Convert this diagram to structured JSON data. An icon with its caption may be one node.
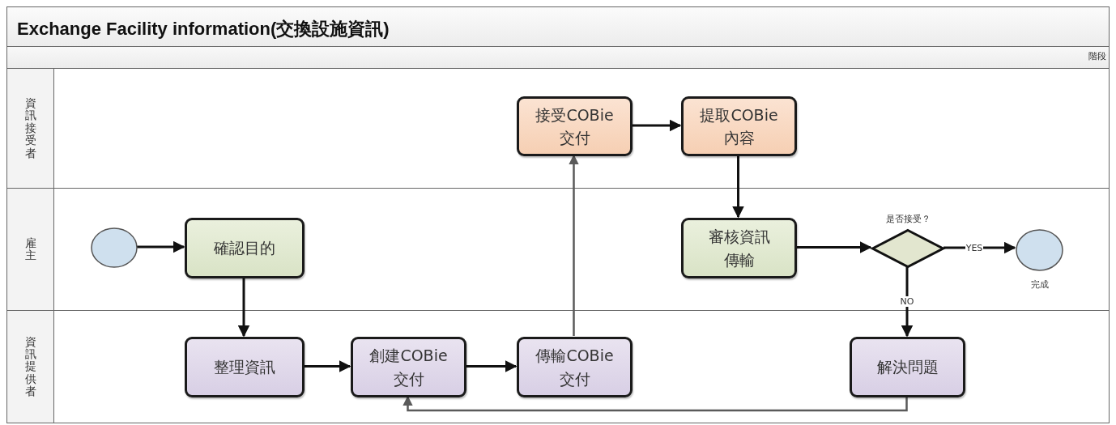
{
  "diagram": {
    "title": "Exchange Facility information(交換設施資訊)",
    "nodes": [
      {
        "text": [
          "資訊接受者"
        ]
      },
      {
        "text": [
          "雇主"
        ]
      },
      {
        "text": [
          "資訊提供者"
        ]
      },
      {
        "text": [],
        "shape": "circle",
        "in": 1
      },
      {
        "text": [
          "確認目的"
        ],
        "in": 1
      },
      {
        "text": [
          "接受COBie交付"
        ],
        "in": 0
      },
      {
        "text": [
          "提取COBie內容"
        ],
        "in": 0
      },
      {
        "text": [
          "審核資訊傳輸"
        ],
        "in": 1
      },
      {
        "text": [
          "是否接受？"
        ],
        "in": 1
      },
      {
        "text": [
          "完成"
        ],
        "in": 1
      },
      {
        "text": [
          "整理資訊"
        ],
        "in": 2
      },
      {
        "text": [
          "創建COBie交付"
        ],
        "in": 2
      },
      {
        "text": [
          "傳輸COBie交付"
        ],
        "in": 2
      },
      {
        "text": [
          "解決問題"
        ],
        "in": 2
      }
    ],
    "edges": [
      {
        "from": 3,
        "to": 4,
        "arrow": "to"
      },
      {
        "from": 4,
        "to": 10,
        "arrow": "to"
      },
      {
        "from": 10,
        "to": 11,
        "arrow": "to"
      },
      {
        "from": 11,
        "to": 12,
        "arrow": "to"
      },
      {
        "from": 12,
        "to": 5,
        "arrow": "to",
        "color": "#5a5a5a"
      },
      {
        "from": 5,
        "to": 6,
        "arrow": "to"
      },
      {
        "from": 6,
        "to": 7,
        "arrow": "to"
      },
      {
        "from": 7,
        "to": 8,
        "arrow": "to"
      },
      {
        "from": 8,
        "to": 9,
        "arrow": "to",
        "label": "YES"
      },
      {
        "from": 8,
        "to": 13,
        "arrow": "to",
        "label": "NO"
      },
      {
        "from": 13,
        "to": 11,
        "arrow": "to",
        "color": "#5a5a5a"
      }
    ],
    "labels": [
      "階段"
    ]
  }
}
